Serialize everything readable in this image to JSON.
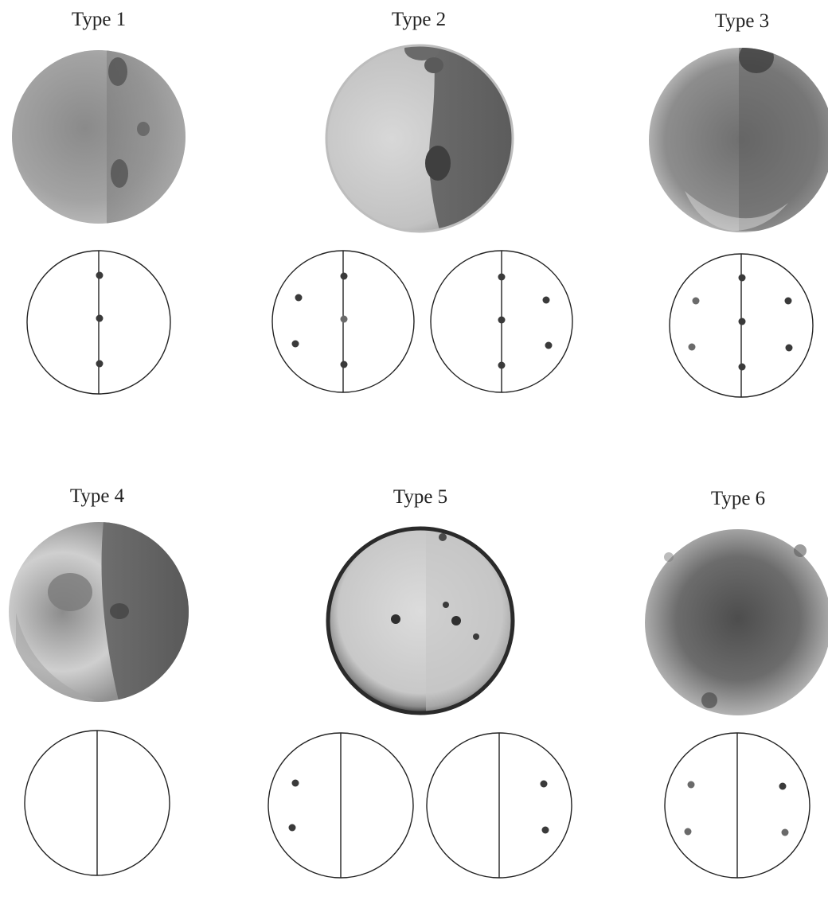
{
  "figure": {
    "types": [
      {
        "label": "Type 1",
        "schematics": [
          {
            "dots": "center-line"
          }
        ]
      },
      {
        "label": "Type 2",
        "schematics": [
          {
            "dots": "center-line-and-left"
          },
          {
            "dots": "center-line-and-right"
          }
        ]
      },
      {
        "label": "Type 3",
        "schematics": [
          {
            "dots": "center-line-and-both-sides"
          }
        ]
      },
      {
        "label": "Type 4",
        "schematics": [
          {
            "dots": "none"
          }
        ]
      },
      {
        "label": "Type 5",
        "schematics": [
          {
            "dots": "left-only"
          },
          {
            "dots": "right-only"
          }
        ]
      },
      {
        "label": "Type 6",
        "schematics": [
          {
            "dots": "both-sides"
          }
        ]
      }
    ]
  },
  "colors": {
    "line": "#222222",
    "dot": "#3a3a3a",
    "dot_light": "#6a6a6a",
    "plate_light": "#cfcfcf",
    "plate_mid": "#9c9c9c",
    "plate_dark": "#6f6f6f"
  }
}
